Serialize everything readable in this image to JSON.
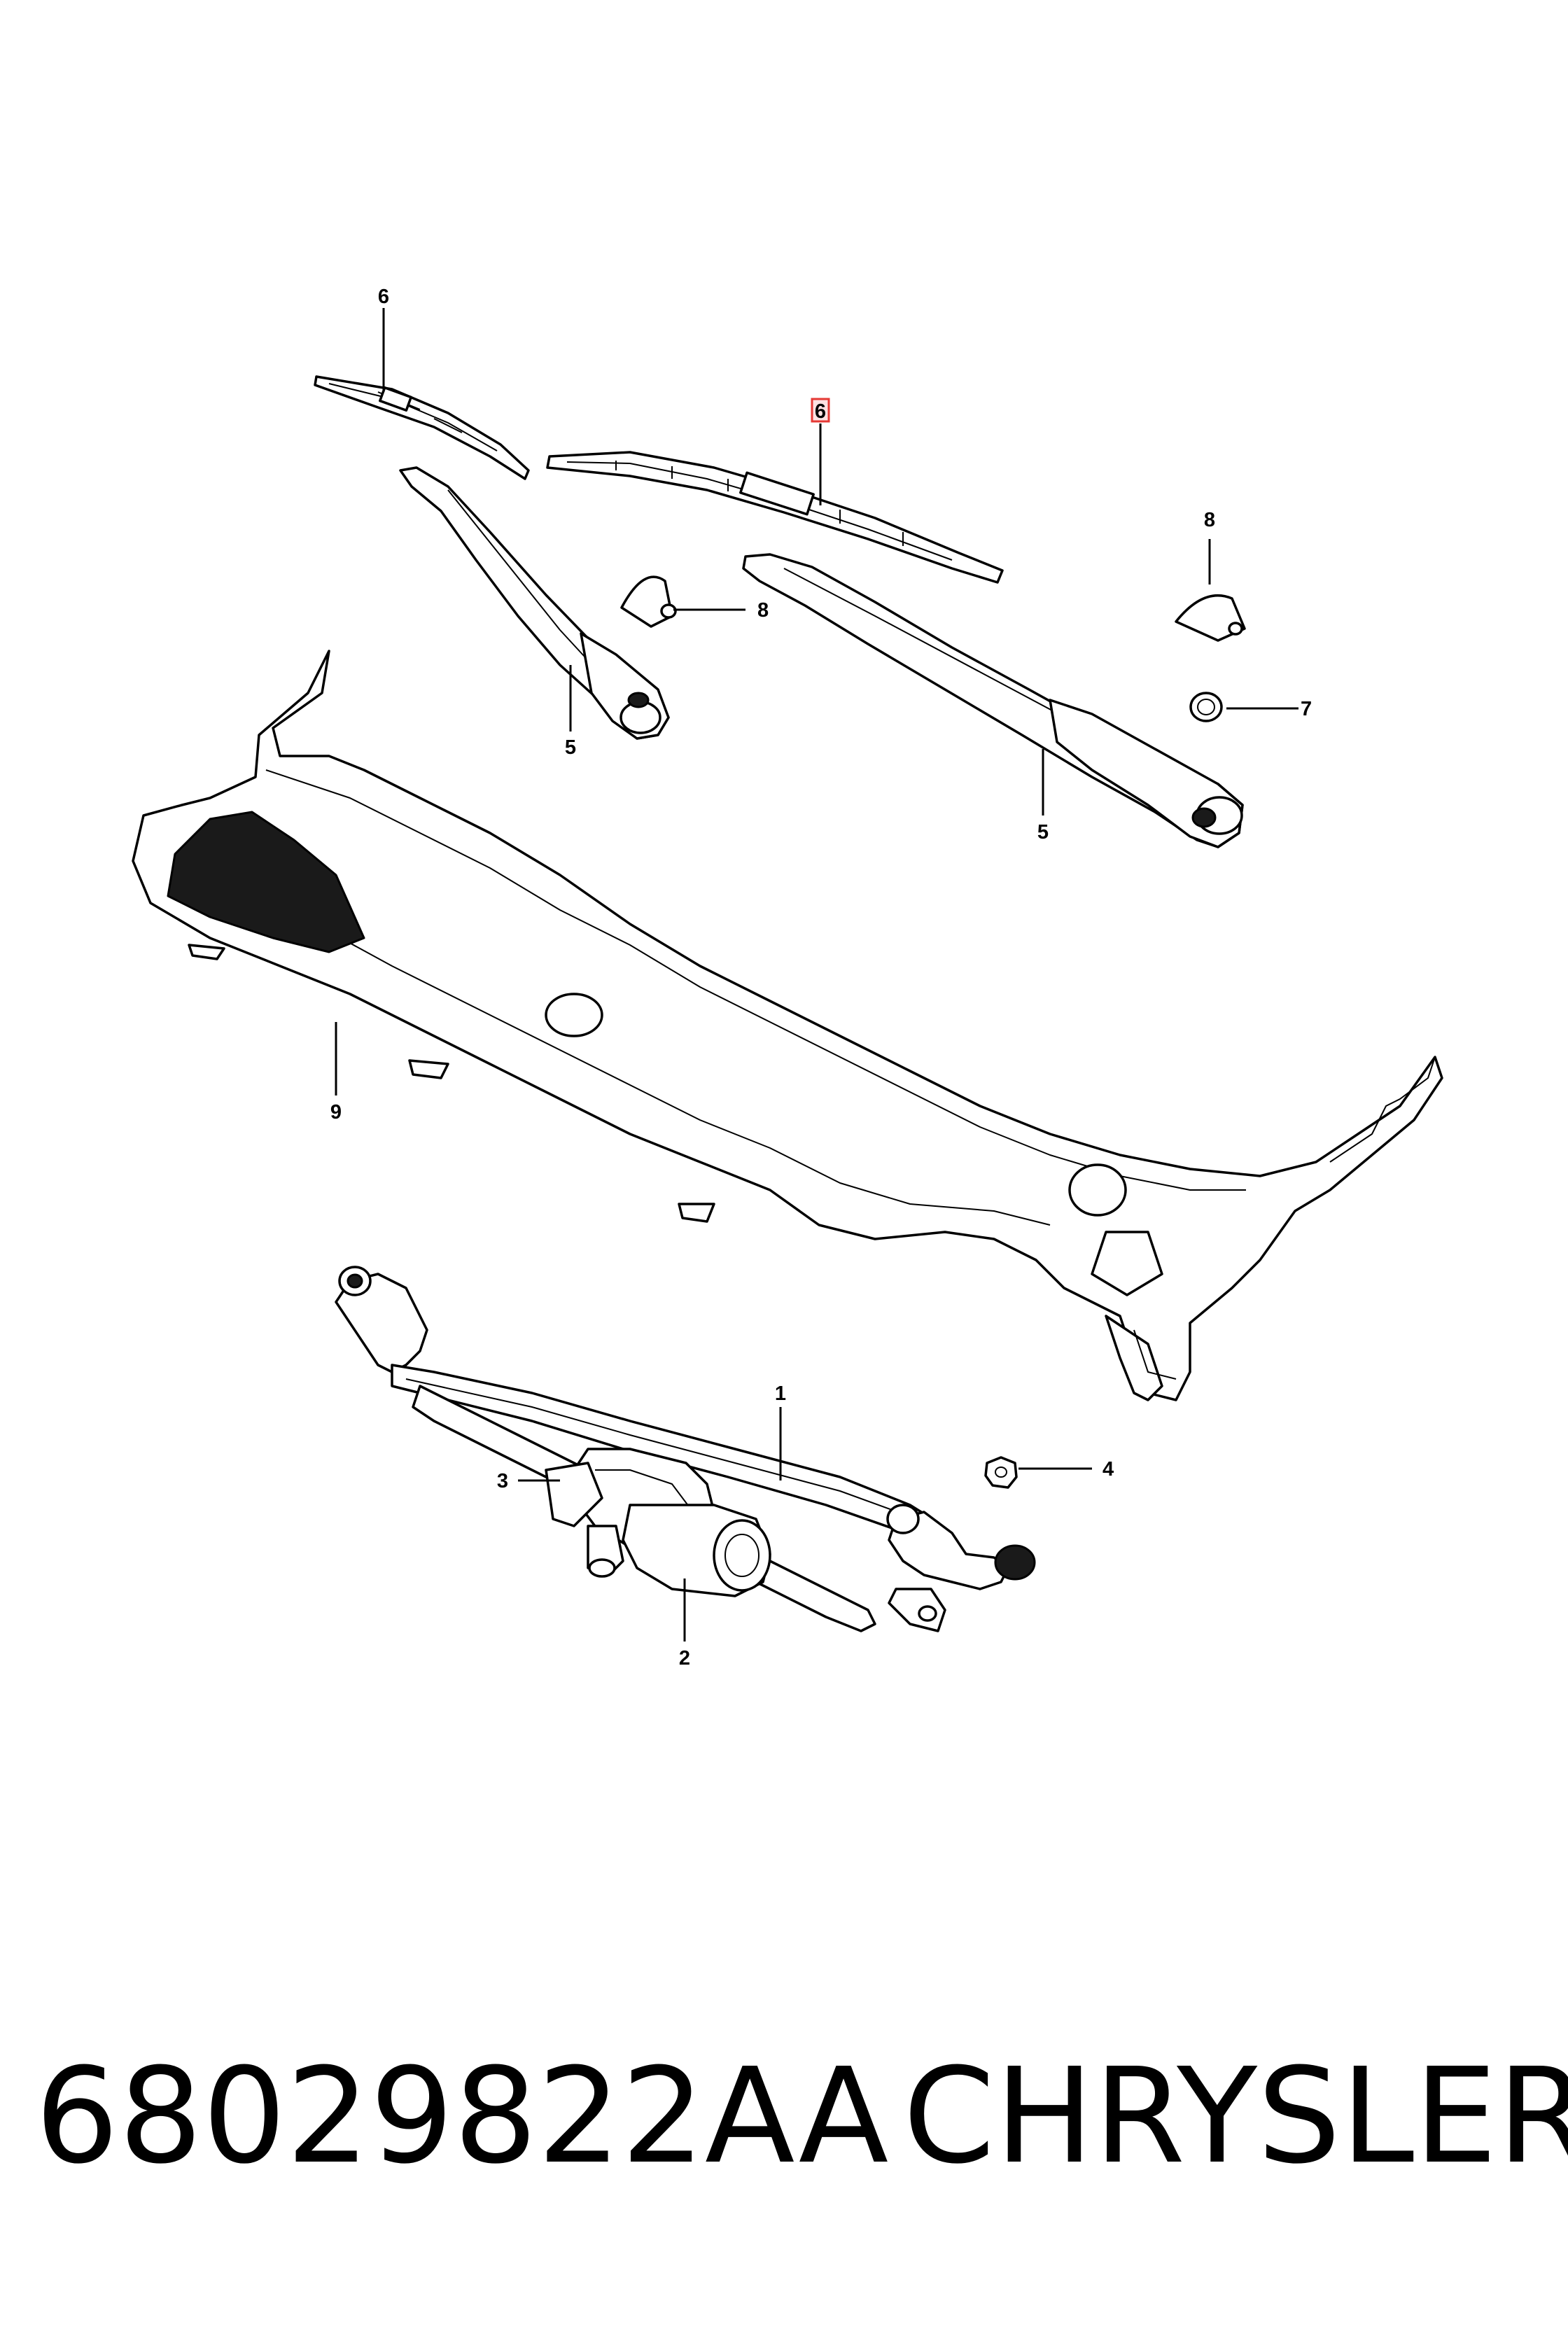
{
  "diagram": {
    "callouts": [
      {
        "id": "c1",
        "label": "1",
        "highlighted": false
      },
      {
        "id": "c2",
        "label": "2",
        "highlighted": false
      },
      {
        "id": "c3",
        "label": "3",
        "highlighted": false
      },
      {
        "id": "c4",
        "label": "4",
        "highlighted": false
      },
      {
        "id": "c5a",
        "label": "5",
        "highlighted": false
      },
      {
        "id": "c5b",
        "label": "5",
        "highlighted": false
      },
      {
        "id": "c6a",
        "label": "6",
        "highlighted": false
      },
      {
        "id": "c6b",
        "label": "6",
        "highlighted": true
      },
      {
        "id": "c7",
        "label": "7",
        "highlighted": false
      },
      {
        "id": "c8a",
        "label": "8",
        "highlighted": false
      },
      {
        "id": "c8b",
        "label": "8",
        "highlighted": false
      },
      {
        "id": "c9",
        "label": "9",
        "highlighted": false
      }
    ],
    "highlight_color": "#e53935"
  },
  "footer": {
    "part_number": "68029822AA",
    "brand": "CHRYSLER"
  }
}
